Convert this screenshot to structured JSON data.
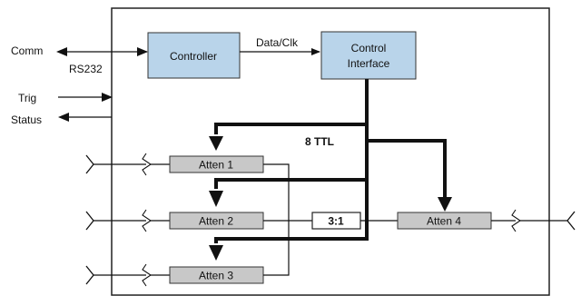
{
  "blocks": {
    "controller": "Controller",
    "control_interface_line1": "Control",
    "control_interface_line2": "Interface",
    "atten1": "Atten 1",
    "atten2": "Atten 2",
    "atten3": "Atten 3",
    "atten4": "Atten 4",
    "combiner": "3:1"
  },
  "labels": {
    "comm": "Comm",
    "rs232": "RS232",
    "trig": "Trig",
    "status": "Status",
    "data_clk": "Data/Clk",
    "ttl": "8 TTL"
  }
}
